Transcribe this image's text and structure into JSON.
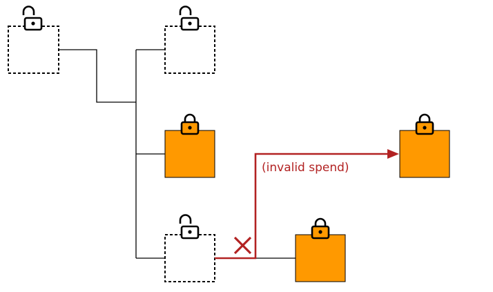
{
  "colors": {
    "spent_border": "#000000",
    "unspent_fill": "#ff9900",
    "line": "#000000",
    "invalid": "#b22222"
  },
  "diagram": {
    "invalid_spend_label": "(invalid spend)"
  },
  "boxes": [
    {
      "id": "input-tx",
      "state": "spent",
      "lock": "unlocked-padlock-icon"
    },
    {
      "id": "output-1",
      "state": "spent",
      "lock": "unlocked-padlock-icon"
    },
    {
      "id": "output-2",
      "state": "unspent",
      "lock": "locked-padlock-icon"
    },
    {
      "id": "output-3",
      "state": "spent",
      "lock": "unlocked-padlock-icon"
    },
    {
      "id": "next-tx",
      "state": "unspent",
      "lock": "locked-padlock-icon"
    },
    {
      "id": "invalid-target",
      "state": "unspent",
      "lock": "locked-padlock-icon"
    }
  ],
  "icons": {
    "invalid_mark": "cross-icon",
    "arrow": "arrowhead-icon"
  }
}
